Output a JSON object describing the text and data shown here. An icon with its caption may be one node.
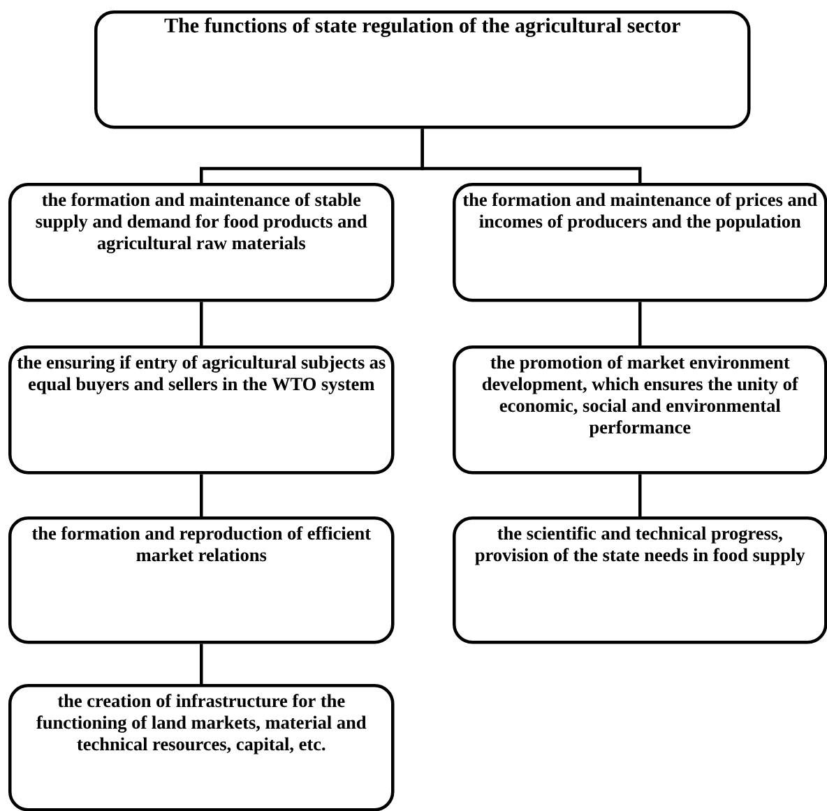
{
  "diagram": {
    "nodes": [
      {
        "text": [
          "The functions of state regulation of the agricultural sector"
        ]
      },
      {
        "text": [
          "the formation and maintenance of stable supply and demand for food products and agricultural raw materials"
        ]
      },
      {
        "text": [
          "the formation and maintenance of prices and incomes of producers and the population"
        ]
      },
      {
        "text": [
          "the ensuring if entry of agricultural subjects as equal buyers and sellers in the WTO system"
        ]
      },
      {
        "text": [
          "the promotion of market environment development, which ensures the unity of economic, social and environmental performance"
        ]
      },
      {
        "text": [
          "the formation and reproduction of efficient market relations"
        ]
      },
      {
        "text": [
          "the scientific and technical progress, provision of the state needs in food supply"
        ]
      },
      {
        "text": [
          "the creation of infrastructure for the functioning of land markets, material and technical resources, capital, etc."
        ]
      }
    ],
    "edges": [
      {
        "from": 0,
        "to": 1,
        "arrow": "none"
      },
      {
        "from": 0,
        "to": 2,
        "arrow": "none"
      },
      {
        "from": 1,
        "to": 3,
        "arrow": "none"
      },
      {
        "from": 3,
        "to": 5,
        "arrow": "none"
      },
      {
        "from": 5,
        "to": 7,
        "arrow": "none"
      },
      {
        "from": 2,
        "to": 4,
        "arrow": "none"
      },
      {
        "from": 4,
        "to": 6,
        "arrow": "none"
      }
    ]
  }
}
